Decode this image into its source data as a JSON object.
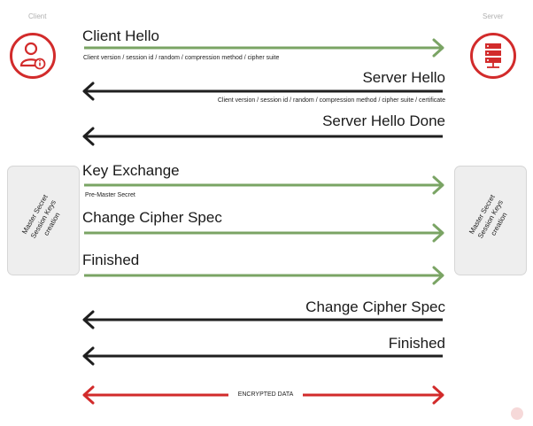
{
  "parties": {
    "client_label": "Client",
    "server_label": "Server",
    "client_icon": "user-info-icon",
    "server_icon": "server-rack-icon"
  },
  "side_boxes": {
    "left": [
      "Master Secret",
      "Session Keys",
      "creation"
    ],
    "right": [
      "Master Secret",
      "Session Keys",
      "creation"
    ]
  },
  "messages": [
    {
      "label": "Client Hello",
      "direction": "client-to-server",
      "color": "green",
      "sub": "Client version / session id / random / compression method / cipher suite"
    },
    {
      "label": "Server Hello",
      "direction": "server-to-client",
      "color": "black",
      "sub": "Client version / session id / random / compression method / cipher suite / certificate"
    },
    {
      "label": "Server Hello Done",
      "direction": "server-to-client",
      "color": "black",
      "sub": ""
    },
    {
      "label": "Key Exchange",
      "direction": "client-to-server",
      "color": "green",
      "sub": "Pre-Master Secret"
    },
    {
      "label": "Change Cipher Spec",
      "direction": "client-to-server",
      "color": "green",
      "sub": ""
    },
    {
      "label": "Finished",
      "direction": "client-to-server",
      "color": "green",
      "sub": ""
    },
    {
      "label": "Change Cipher Spec",
      "direction": "server-to-client",
      "color": "black",
      "sub": ""
    },
    {
      "label": "Finished",
      "direction": "server-to-client",
      "color": "black",
      "sub": ""
    }
  ],
  "encrypted": {
    "label": "ENCRYPTED DATA",
    "direction": "bidirectional",
    "color": "red"
  },
  "colors": {
    "green": "#7aa464",
    "black": "#1f1f1f",
    "red": "#d22b2b",
    "box": "#eeeeee"
  }
}
